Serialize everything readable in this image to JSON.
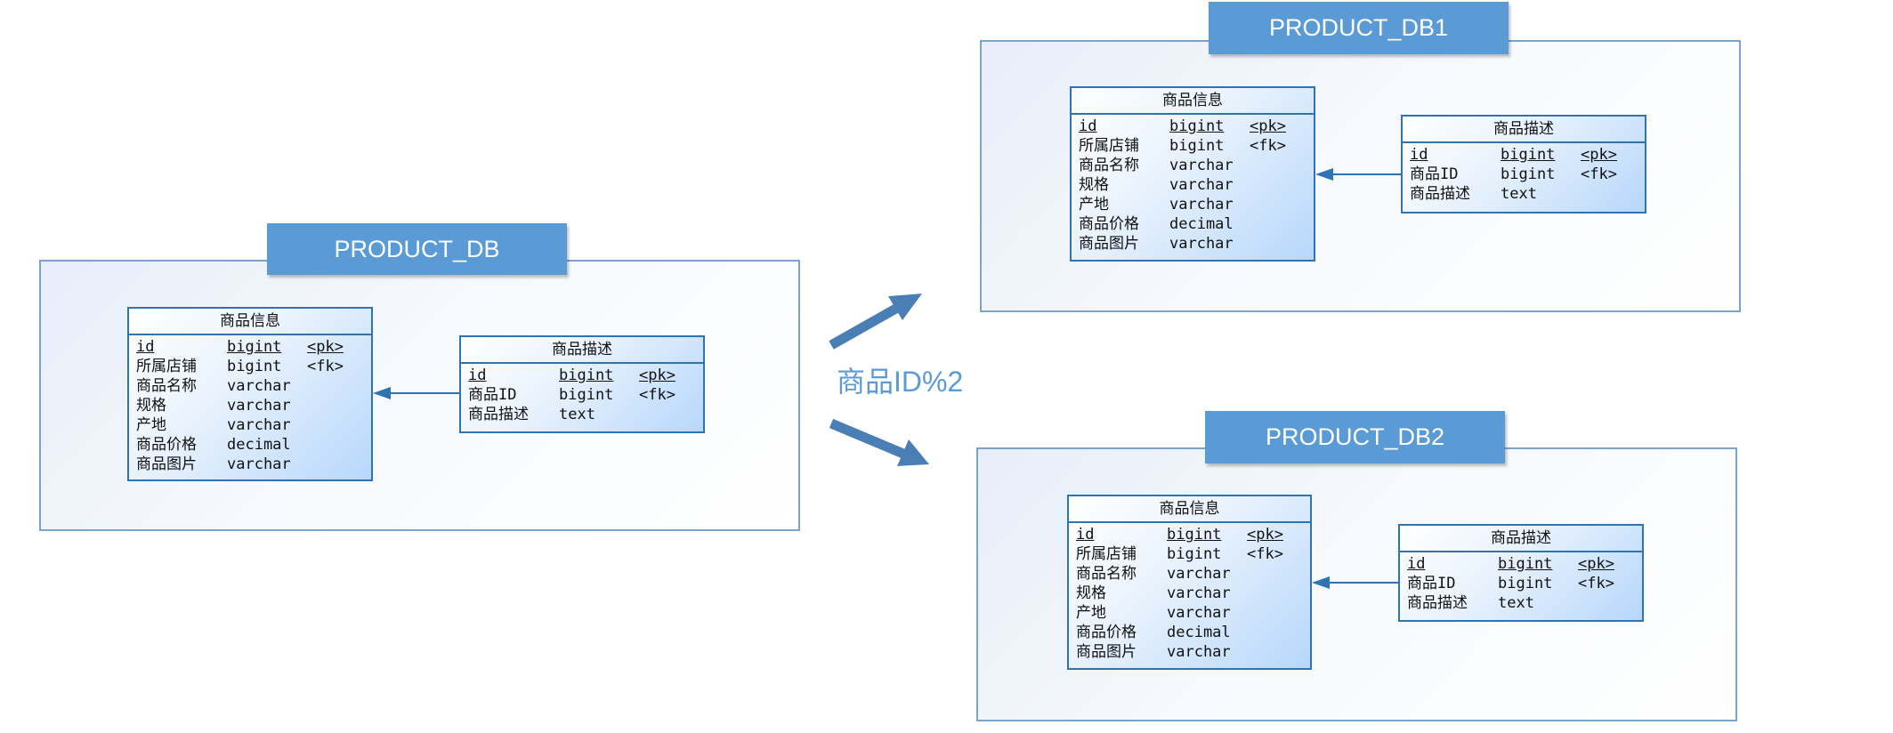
{
  "databases": [
    {
      "title": "PRODUCT_DB",
      "main_table": {
        "name": "商品信息",
        "rows": [
          {
            "field": "id",
            "type": "bigint",
            "key": "<pk>",
            "underline": true
          },
          {
            "field": "所属店铺",
            "type": "bigint",
            "key": "<fk>",
            "underline": false
          },
          {
            "field": "商品名称",
            "type": "varchar",
            "key": "",
            "underline": false
          },
          {
            "field": "规格",
            "type": "varchar",
            "key": "",
            "underline": false
          },
          {
            "field": "产地",
            "type": "varchar",
            "key": "",
            "underline": false
          },
          {
            "field": "商品价格",
            "type": "decimal",
            "key": "",
            "underline": false
          },
          {
            "field": "商品图片",
            "type": "varchar",
            "key": "",
            "underline": false
          }
        ]
      },
      "detail_table": {
        "name": "商品描述",
        "rows": [
          {
            "field": "id",
            "type": "bigint",
            "key": "<pk>",
            "underline": true
          },
          {
            "field": "商品ID",
            "type": "bigint",
            "key": "<fk>",
            "underline": false
          },
          {
            "field": "商品描述",
            "type": "text",
            "key": "",
            "underline": false
          }
        ]
      }
    },
    {
      "title": "PRODUCT_DB1",
      "main_table": {
        "name": "商品信息",
        "rows": [
          {
            "field": "id",
            "type": "bigint",
            "key": "<pk>",
            "underline": true
          },
          {
            "field": "所属店铺",
            "type": "bigint",
            "key": "<fk>",
            "underline": false
          },
          {
            "field": "商品名称",
            "type": "varchar",
            "key": "",
            "underline": false
          },
          {
            "field": "规格",
            "type": "varchar",
            "key": "",
            "underline": false
          },
          {
            "field": "产地",
            "type": "varchar",
            "key": "",
            "underline": false
          },
          {
            "field": "商品价格",
            "type": "decimal",
            "key": "",
            "underline": false
          },
          {
            "field": "商品图片",
            "type": "varchar",
            "key": "",
            "underline": false
          }
        ]
      },
      "detail_table": {
        "name": "商品描述",
        "rows": [
          {
            "field": "id",
            "type": "bigint",
            "key": "<pk>",
            "underline": true
          },
          {
            "field": "商品ID",
            "type": "bigint",
            "key": "<fk>",
            "underline": false
          },
          {
            "field": "商品描述",
            "type": "text",
            "key": "",
            "underline": false
          }
        ]
      }
    },
    {
      "title": "PRODUCT_DB2",
      "main_table": {
        "name": "商品信息",
        "rows": [
          {
            "field": "id",
            "type": "bigint",
            "key": "<pk>",
            "underline": true
          },
          {
            "field": "所属店铺",
            "type": "bigint",
            "key": "<fk>",
            "underline": false
          },
          {
            "field": "商品名称",
            "type": "varchar",
            "key": "",
            "underline": false
          },
          {
            "field": "规格",
            "type": "varchar",
            "key": "",
            "underline": false
          },
          {
            "field": "产地",
            "type": "varchar",
            "key": "",
            "underline": false
          },
          {
            "field": "商品价格",
            "type": "decimal",
            "key": "",
            "underline": false
          },
          {
            "field": "商品图片",
            "type": "varchar",
            "key": "",
            "underline": false
          }
        ]
      },
      "detail_table": {
        "name": "商品描述",
        "rows": [
          {
            "field": "id",
            "type": "bigint",
            "key": "<pk>",
            "underline": true
          },
          {
            "field": "商品ID",
            "type": "bigint",
            "key": "<fk>",
            "underline": false
          },
          {
            "field": "商品描述",
            "type": "text",
            "key": "",
            "underline": false
          }
        ]
      }
    }
  ],
  "shard_rule": "商品ID%2",
  "colors": {
    "title_bg": "#5b9bd5",
    "entity_border": "#2e74b5",
    "db_border": "#7aa3cf",
    "label": "#5b9bd5",
    "arrow": "#4a7fb5"
  }
}
